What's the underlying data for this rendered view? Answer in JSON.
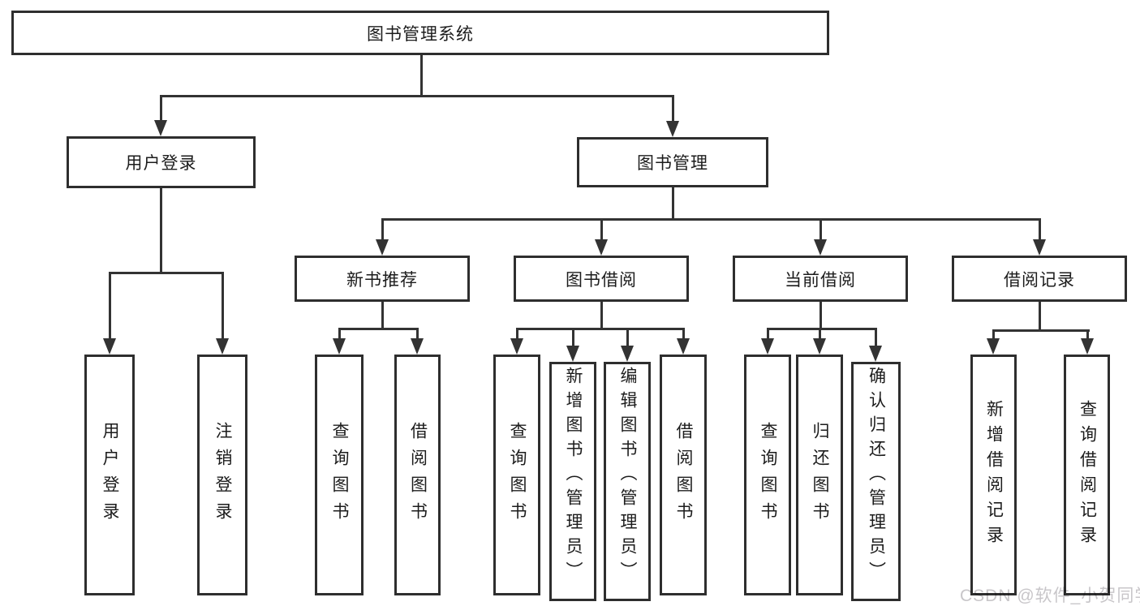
{
  "diagram_title": "图书管理系统",
  "colors": {
    "line": "#333333",
    "box_border": "#2e2e2e",
    "text": "#1c1c1c",
    "background": "#ffffff",
    "watermark": "#c8c6c9"
  },
  "root": {
    "label": "图书管理系统"
  },
  "branches": [
    {
      "label": "用户登录"
    },
    {
      "label": "图书管理"
    }
  ],
  "groups": {
    "user_login": {
      "label": "用户登录",
      "children": [
        "用户登录",
        "注销登录"
      ]
    },
    "new_book": {
      "label": "新书推荐",
      "children": [
        "查询图书",
        "借阅图书"
      ]
    },
    "book_borrow": {
      "label": "图书借阅",
      "children": [
        "查询图书",
        "新增图书（管理员）",
        "编辑图书（管理员）",
        "借阅图书"
      ]
    },
    "current_borrow": {
      "label": "当前借阅",
      "children": [
        "查询图书",
        "归还图书",
        "确认归还（管理员）"
      ]
    },
    "borrow_records": {
      "label": "借阅记录",
      "children": [
        "新增借阅记录",
        "查询借阅记录"
      ]
    }
  },
  "watermark": "CSDN @软件_小贺同学"
}
